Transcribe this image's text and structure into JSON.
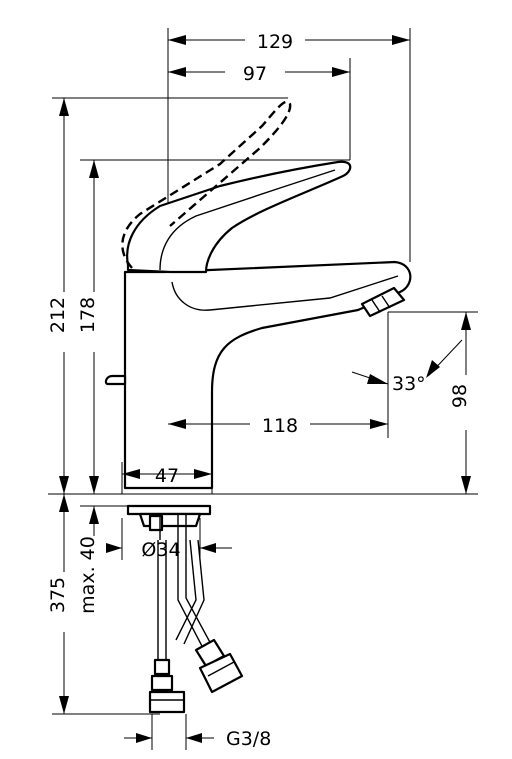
{
  "diagram": {
    "dimensions": {
      "overall_width": "129",
      "handle_reach": "97",
      "height_lever_open": "212",
      "height_spout": "178",
      "spout_reach": "118",
      "base_diameter": "47",
      "outlet_height": "98",
      "outlet_angle": "33°",
      "hole_diameter": "Ø34",
      "max_deck_thickness": "max. 40",
      "hose_length": "375",
      "connection_thread": "G3/8"
    }
  }
}
